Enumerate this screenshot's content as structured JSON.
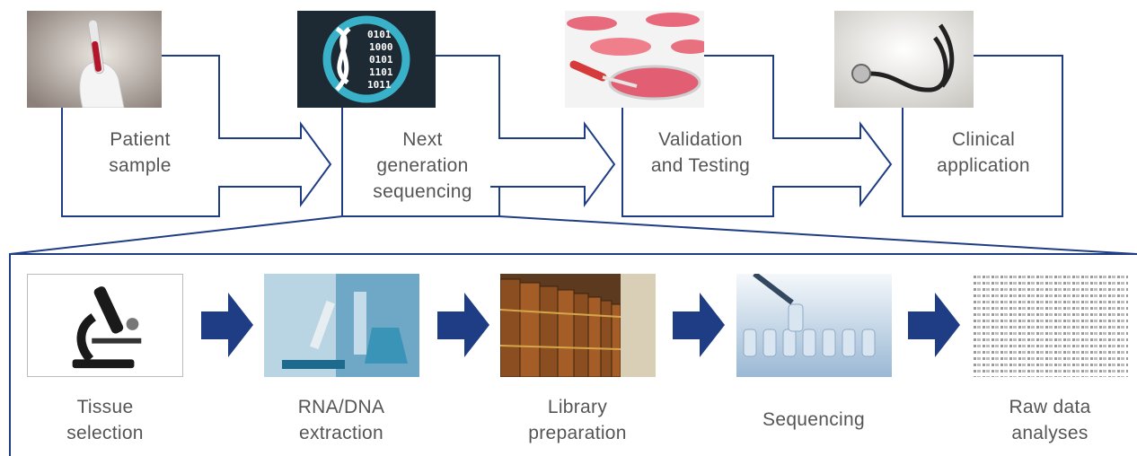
{
  "colors": {
    "outline": "#1f3d84",
    "arrow_fill": "#1f3d84",
    "label_text": "#555555"
  },
  "top_flow": {
    "steps": [
      {
        "label": "Patient\nsample",
        "icon": "blood-sample-tube-icon"
      },
      {
        "label": "Next\ngeneration\nsequencing",
        "icon": "dna-binary-icon",
        "icon_text": [
          "0101",
          "1000",
          "0101",
          "1101",
          "1011"
        ]
      },
      {
        "label": "Validation\nand Testing",
        "icon": "petri-dish-icon"
      },
      {
        "label": "Clinical\napplication",
        "icon": "stethoscope-icon"
      }
    ]
  },
  "detail_flow": {
    "steps": [
      {
        "label": "Tissue\nselection",
        "icon": "microscope-icon"
      },
      {
        "label": "RNA/DNA\nextraction",
        "icon": "lab-pipette-icon"
      },
      {
        "label": "Library\npreparation",
        "icon": "library-books-icon"
      },
      {
        "label": "Sequencing",
        "icon": "sample-tubes-icon"
      },
      {
        "label": "Raw data\nanalyses",
        "icon": "sequence-text-icon"
      }
    ]
  }
}
